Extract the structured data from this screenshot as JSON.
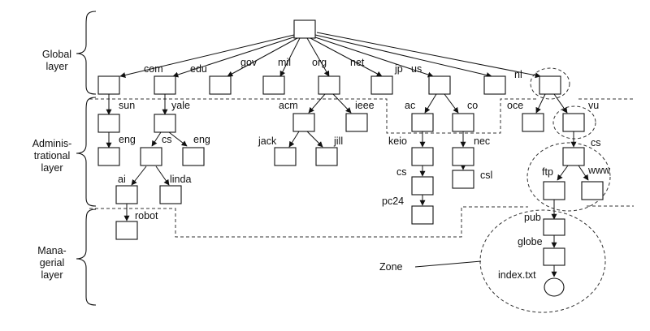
{
  "layers": {
    "global": [
      "Global",
      "layer"
    ],
    "administrational": [
      "Adminis-",
      "trational",
      "layer"
    ],
    "managerial": [
      "Mana-",
      "gerial",
      "layer"
    ]
  },
  "nodes": {
    "com": "com",
    "edu": "edu",
    "gov": "gov",
    "mil": "mil",
    "org": "org",
    "net": "net",
    "jp": "jp",
    "us": "us",
    "nl": "nl",
    "sun": "sun",
    "eng_sun": "eng",
    "yale": "yale",
    "cs_yale": "cs",
    "eng_yale": "eng",
    "ai": "ai",
    "linda": "linda",
    "robot": "robot",
    "acm": "acm",
    "ieee": "ieee",
    "jack": "jack",
    "jill": "jill",
    "ac": "ac",
    "co": "co",
    "keio": "keio",
    "nec": "nec",
    "cs_keio": "cs",
    "csl": "csl",
    "pc24": "pc24",
    "oce": "oce",
    "vu": "vu",
    "cs_vu": "cs",
    "ftp": "ftp",
    "www": "www",
    "pub": "pub",
    "globe": "globe",
    "index": "index.txt"
  },
  "zone_label": "Zone"
}
